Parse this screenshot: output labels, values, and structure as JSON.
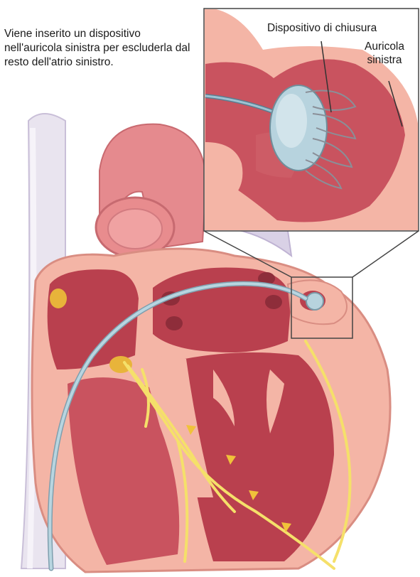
{
  "caption": "Viene inserito un dispositivo nell'auricola sinistra per escluderla dal resto dell'atrio sinistro.",
  "labels": {
    "device": "Dispositivo di chiusura",
    "auricle": "Auricola sinistra"
  },
  "colors": {
    "tissue": "#f4b5a6",
    "chamber": "#b9404e",
    "chamber_light": "#c9535f",
    "aorta": "#e58a8e",
    "vein": "#cfc6de",
    "catheter": "#a9c9d6",
    "conduction": "#f5e06a",
    "node": "#e8b43a",
    "device": "#b7d3de"
  }
}
